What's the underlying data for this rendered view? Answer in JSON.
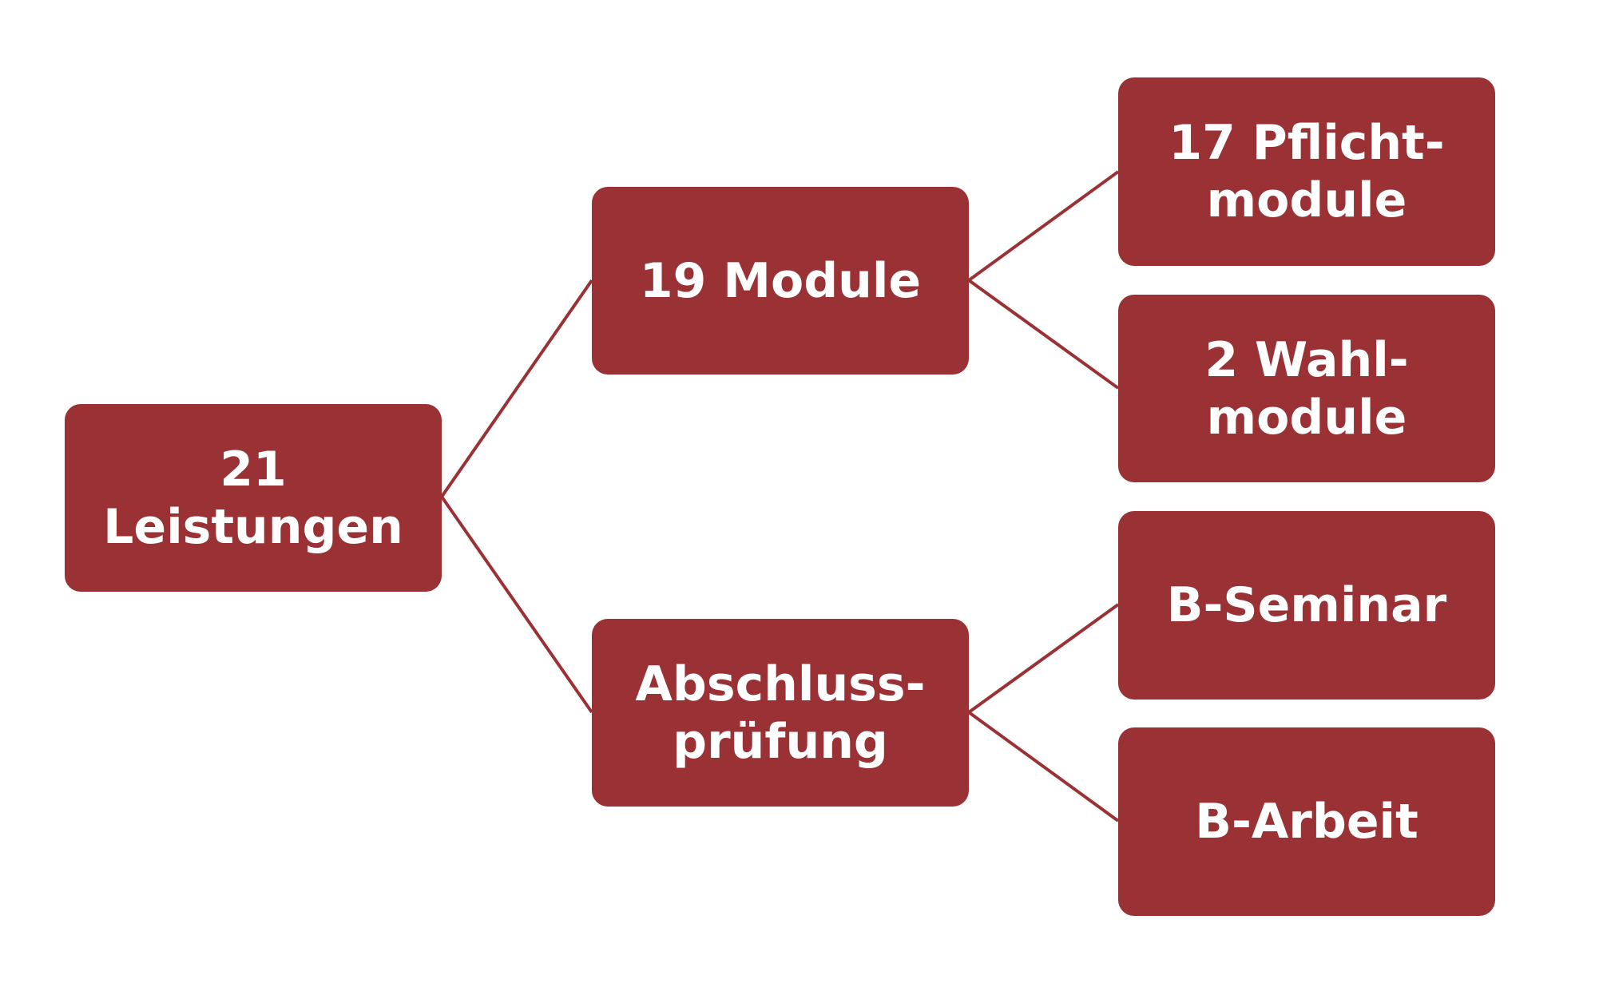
{
  "colors": {
    "box_fill": "#993135",
    "connector": "#993135",
    "text": "#ffffff",
    "background": "#ffffff"
  },
  "nodes": {
    "root": "21 Leistungen",
    "modules": "19 Module",
    "exam": "Abschluss-\nprüfung",
    "mandatory": "17 Pflicht-\nmodule",
    "elective": "2 Wahl-\nmodule",
    "seminar": "B-Seminar",
    "thesis": "B-Arbeit"
  }
}
